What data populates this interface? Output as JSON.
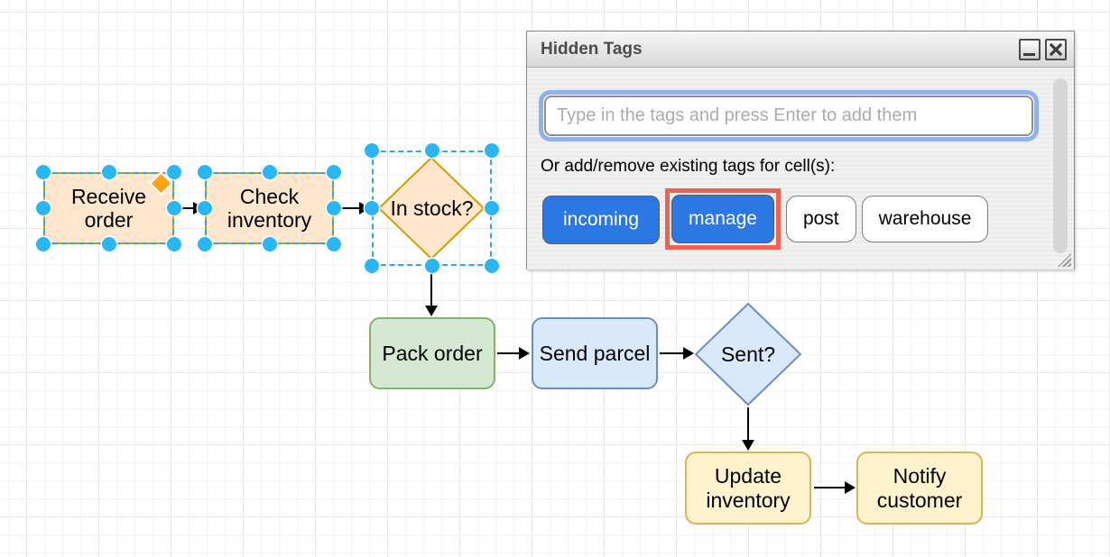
{
  "dialog": {
    "title": "Hidden Tags",
    "window_buttons": [
      "minimize",
      "close"
    ],
    "input_placeholder": "Type in the tags and press Enter to add them",
    "input_value": "",
    "instruction": "Or add/remove existing tags for cell(s):",
    "tags": [
      {
        "label": "incoming",
        "active": true,
        "highlighted": false
      },
      {
        "label": "manage",
        "active": true,
        "highlighted": true
      },
      {
        "label": "post",
        "active": false,
        "highlighted": false
      },
      {
        "label": "warehouse",
        "active": false,
        "highlighted": false
      }
    ]
  },
  "flowchart": {
    "nodes": [
      {
        "id": "receive-order",
        "label": "Receive order",
        "shape": "rect",
        "theme": "orange",
        "selected": true
      },
      {
        "id": "check-inventory",
        "label": "Check inventory",
        "shape": "rect",
        "theme": "orange",
        "selected": true
      },
      {
        "id": "in-stock",
        "label": "In stock?",
        "shape": "diamond",
        "theme": "orange",
        "selected": true
      },
      {
        "id": "pack-order",
        "label": "Pack order",
        "shape": "rect",
        "theme": "green",
        "selected": false
      },
      {
        "id": "send-parcel",
        "label": "Send parcel",
        "shape": "rect",
        "theme": "blue",
        "selected": false
      },
      {
        "id": "sent",
        "label": "Sent?",
        "shape": "diamond",
        "theme": "blue",
        "selected": false
      },
      {
        "id": "update-inventory",
        "label": "Update inventory",
        "shape": "rect",
        "theme": "yellow",
        "selected": false
      },
      {
        "id": "notify-customer",
        "label": "Notify customer",
        "shape": "rect",
        "theme": "yellow",
        "selected": false
      }
    ],
    "edges": [
      {
        "from": "receive-order",
        "to": "check-inventory"
      },
      {
        "from": "check-inventory",
        "to": "in-stock"
      },
      {
        "from": "in-stock",
        "to": "pack-order"
      },
      {
        "from": "pack-order",
        "to": "send-parcel"
      },
      {
        "from": "send-parcel",
        "to": "sent"
      },
      {
        "from": "sent",
        "to": "update-inventory"
      },
      {
        "from": "update-inventory",
        "to": "notify-customer"
      }
    ]
  },
  "colors": {
    "selection_handle": "#29B6F2",
    "selection_outline": "#29A9E8",
    "special_handle": "#FFA316",
    "tag_active_bg": "#2B77E4",
    "tag_highlight_border": "#F26150",
    "input_focus_ring": "#8FB2EB",
    "node_orange_fill": "#FFE6CC",
    "node_orange_stroke": "#D79B00",
    "node_green_fill": "#D5E8D4",
    "node_green_stroke": "#82B366",
    "node_blue_fill": "#DAE8FC",
    "node_blue_stroke": "#6C8EBF",
    "node_yellow_fill": "#FFF2CC",
    "node_yellow_stroke": "#D6B656"
  }
}
